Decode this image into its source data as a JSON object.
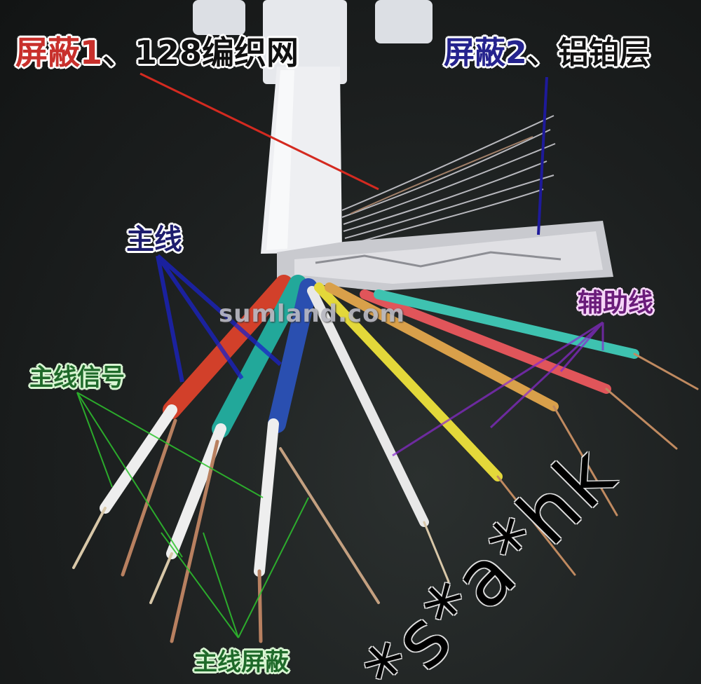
{
  "image": {
    "subject": "shielded multi-core cable with stripped wires",
    "background_color": "#1c1f1f"
  },
  "labels": {
    "shield1": {
      "prefix": "屏蔽1",
      "suffix": "、128编织网",
      "color": "#c8302c"
    },
    "shield2": {
      "prefix": "屏蔽2",
      "suffix": "、铝铂层",
      "color": "#25238e"
    },
    "main_wire": {
      "text": "主线",
      "color": "#1e1d6e"
    },
    "aux_wire": {
      "text": "辅助线",
      "color": "#6a1c7a"
    },
    "main_signal": {
      "text": "主线信号",
      "color": "#1f6a2a"
    },
    "main_shield": {
      "text": "主线屏蔽",
      "color": "#1f6a2a"
    }
  },
  "watermark": {
    "text": "sumland.com"
  },
  "overlay_text": {
    "text": "*s*a*hk"
  },
  "wires": {
    "main": [
      {
        "color": "#d2402a",
        "name": "red"
      },
      {
        "color": "#22a89a",
        "name": "teal"
      },
      {
        "color": "#2a4fb0",
        "name": "blue"
      }
    ],
    "aux": [
      {
        "color": "#e8e8e8",
        "name": "white"
      },
      {
        "color": "#e3d83a",
        "name": "yellow"
      },
      {
        "color": "#d9a04a",
        "name": "orange"
      },
      {
        "color": "#e0555a",
        "name": "pink-red"
      },
      {
        "color": "#3ec2b0",
        "name": "cyan"
      }
    ]
  },
  "leader_colors": {
    "shield1": "#d42a20",
    "shield2": "#1e1a9a",
    "main": "#1a22c8",
    "aux": "#8a2ad0",
    "signal": "#2ec42e"
  }
}
